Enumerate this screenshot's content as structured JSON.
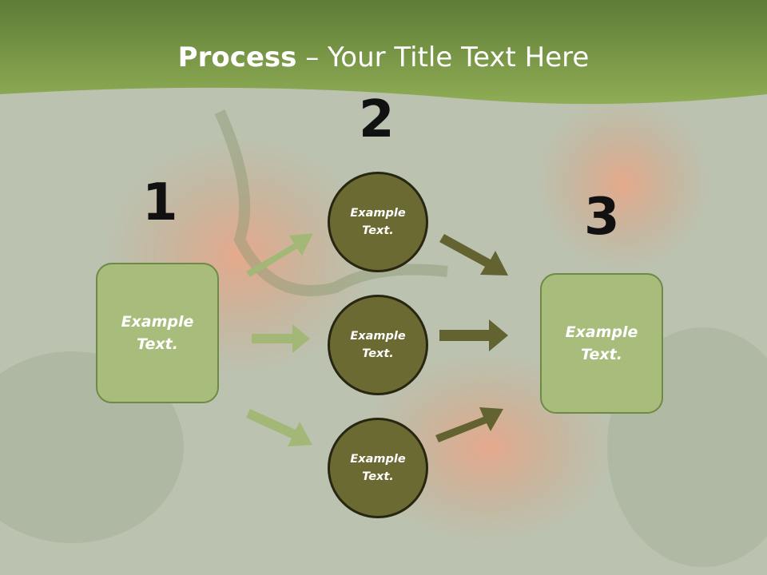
{
  "title": {
    "bold": "Process",
    "separator": " – ",
    "rest": "Your Title Text Here"
  },
  "steps": {
    "one": "1",
    "two": "2",
    "three": "3"
  },
  "left_box": {
    "text": "Example\nText."
  },
  "right_box": {
    "text": "Example\nText."
  },
  "circles": [
    {
      "text": "Example\nText."
    },
    {
      "text": "Example\nText."
    },
    {
      "text": "Example\nText."
    }
  ],
  "colors": {
    "header_green": "#8aaa52",
    "box_fill": "#a8bd7b",
    "circle_fill": "#6b6a33",
    "light_arrow": "#a3b877",
    "dark_arrow": "#636231"
  }
}
